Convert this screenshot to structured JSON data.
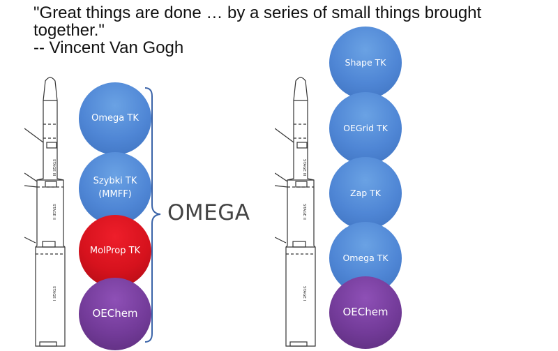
{
  "quote": {
    "line1": "\"Great things are done … by a series of small things brought",
    "line2": "together.\"",
    "line3": "-- Vincent Van Gogh"
  },
  "rocket": {
    "stage_3": "STAGE III",
    "stage_2": "STAGE II",
    "stage_1": "STAGE I"
  },
  "left_stack": [
    {
      "label": "Omega TK",
      "color": "#4f86d5"
    },
    {
      "label": "Szybki TK",
      "label_2": "(MMFF)",
      "color": "#4f86d5"
    },
    {
      "label": "MolProp TK",
      "color": "#d6121d"
    },
    {
      "label": "OEChem",
      "color": "#733b99"
    }
  ],
  "bracket_label": "OMEGA",
  "right_stack": [
    {
      "label": "Shape TK",
      "color": "#4f86d5"
    },
    {
      "label": "OEGrid TK",
      "color": "#4f86d5"
    },
    {
      "label": "Zap TK",
      "color": "#4f86d5"
    },
    {
      "label": "Omega TK",
      "color": "#4f86d5"
    },
    {
      "label": "OEChem",
      "color": "#733b99"
    }
  ]
}
